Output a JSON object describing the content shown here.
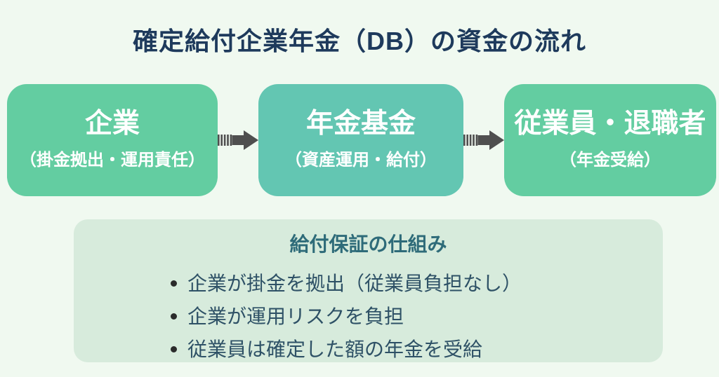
{
  "title": "確定給付企業年金（DB）の資金の流れ",
  "flow": {
    "boxes": [
      {
        "label": "企業",
        "sublabel": "（掛金拠出・運用責任）",
        "color": "#63cda1"
      },
      {
        "label": "年金基金",
        "sublabel": "（資産運用・給付）",
        "color": "#63c6b2"
      },
      {
        "label": "従業員・退職者",
        "sublabel": "（年金受給）",
        "color": "#63cda1"
      }
    ],
    "arrow_color": "#4f4f4f",
    "arrow_icon": "striped-right-arrow"
  },
  "info_card": {
    "title": "給付保証の仕組み",
    "bullets": [
      "企業が掛金を拠出（従業員負担なし）",
      "企業が運用リスクを負担",
      "従業員は確定した額の年金を受給"
    ]
  },
  "colors": {
    "background": "#f0f9f0",
    "title_text": "#1e3a5c",
    "box_green": "#63cda1",
    "box_teal": "#63c6b2",
    "box_text": "#ffffff",
    "card_background": "#d7ebdc",
    "card_title_text": "#2e6b79",
    "card_body_text": "#2e5166"
  }
}
